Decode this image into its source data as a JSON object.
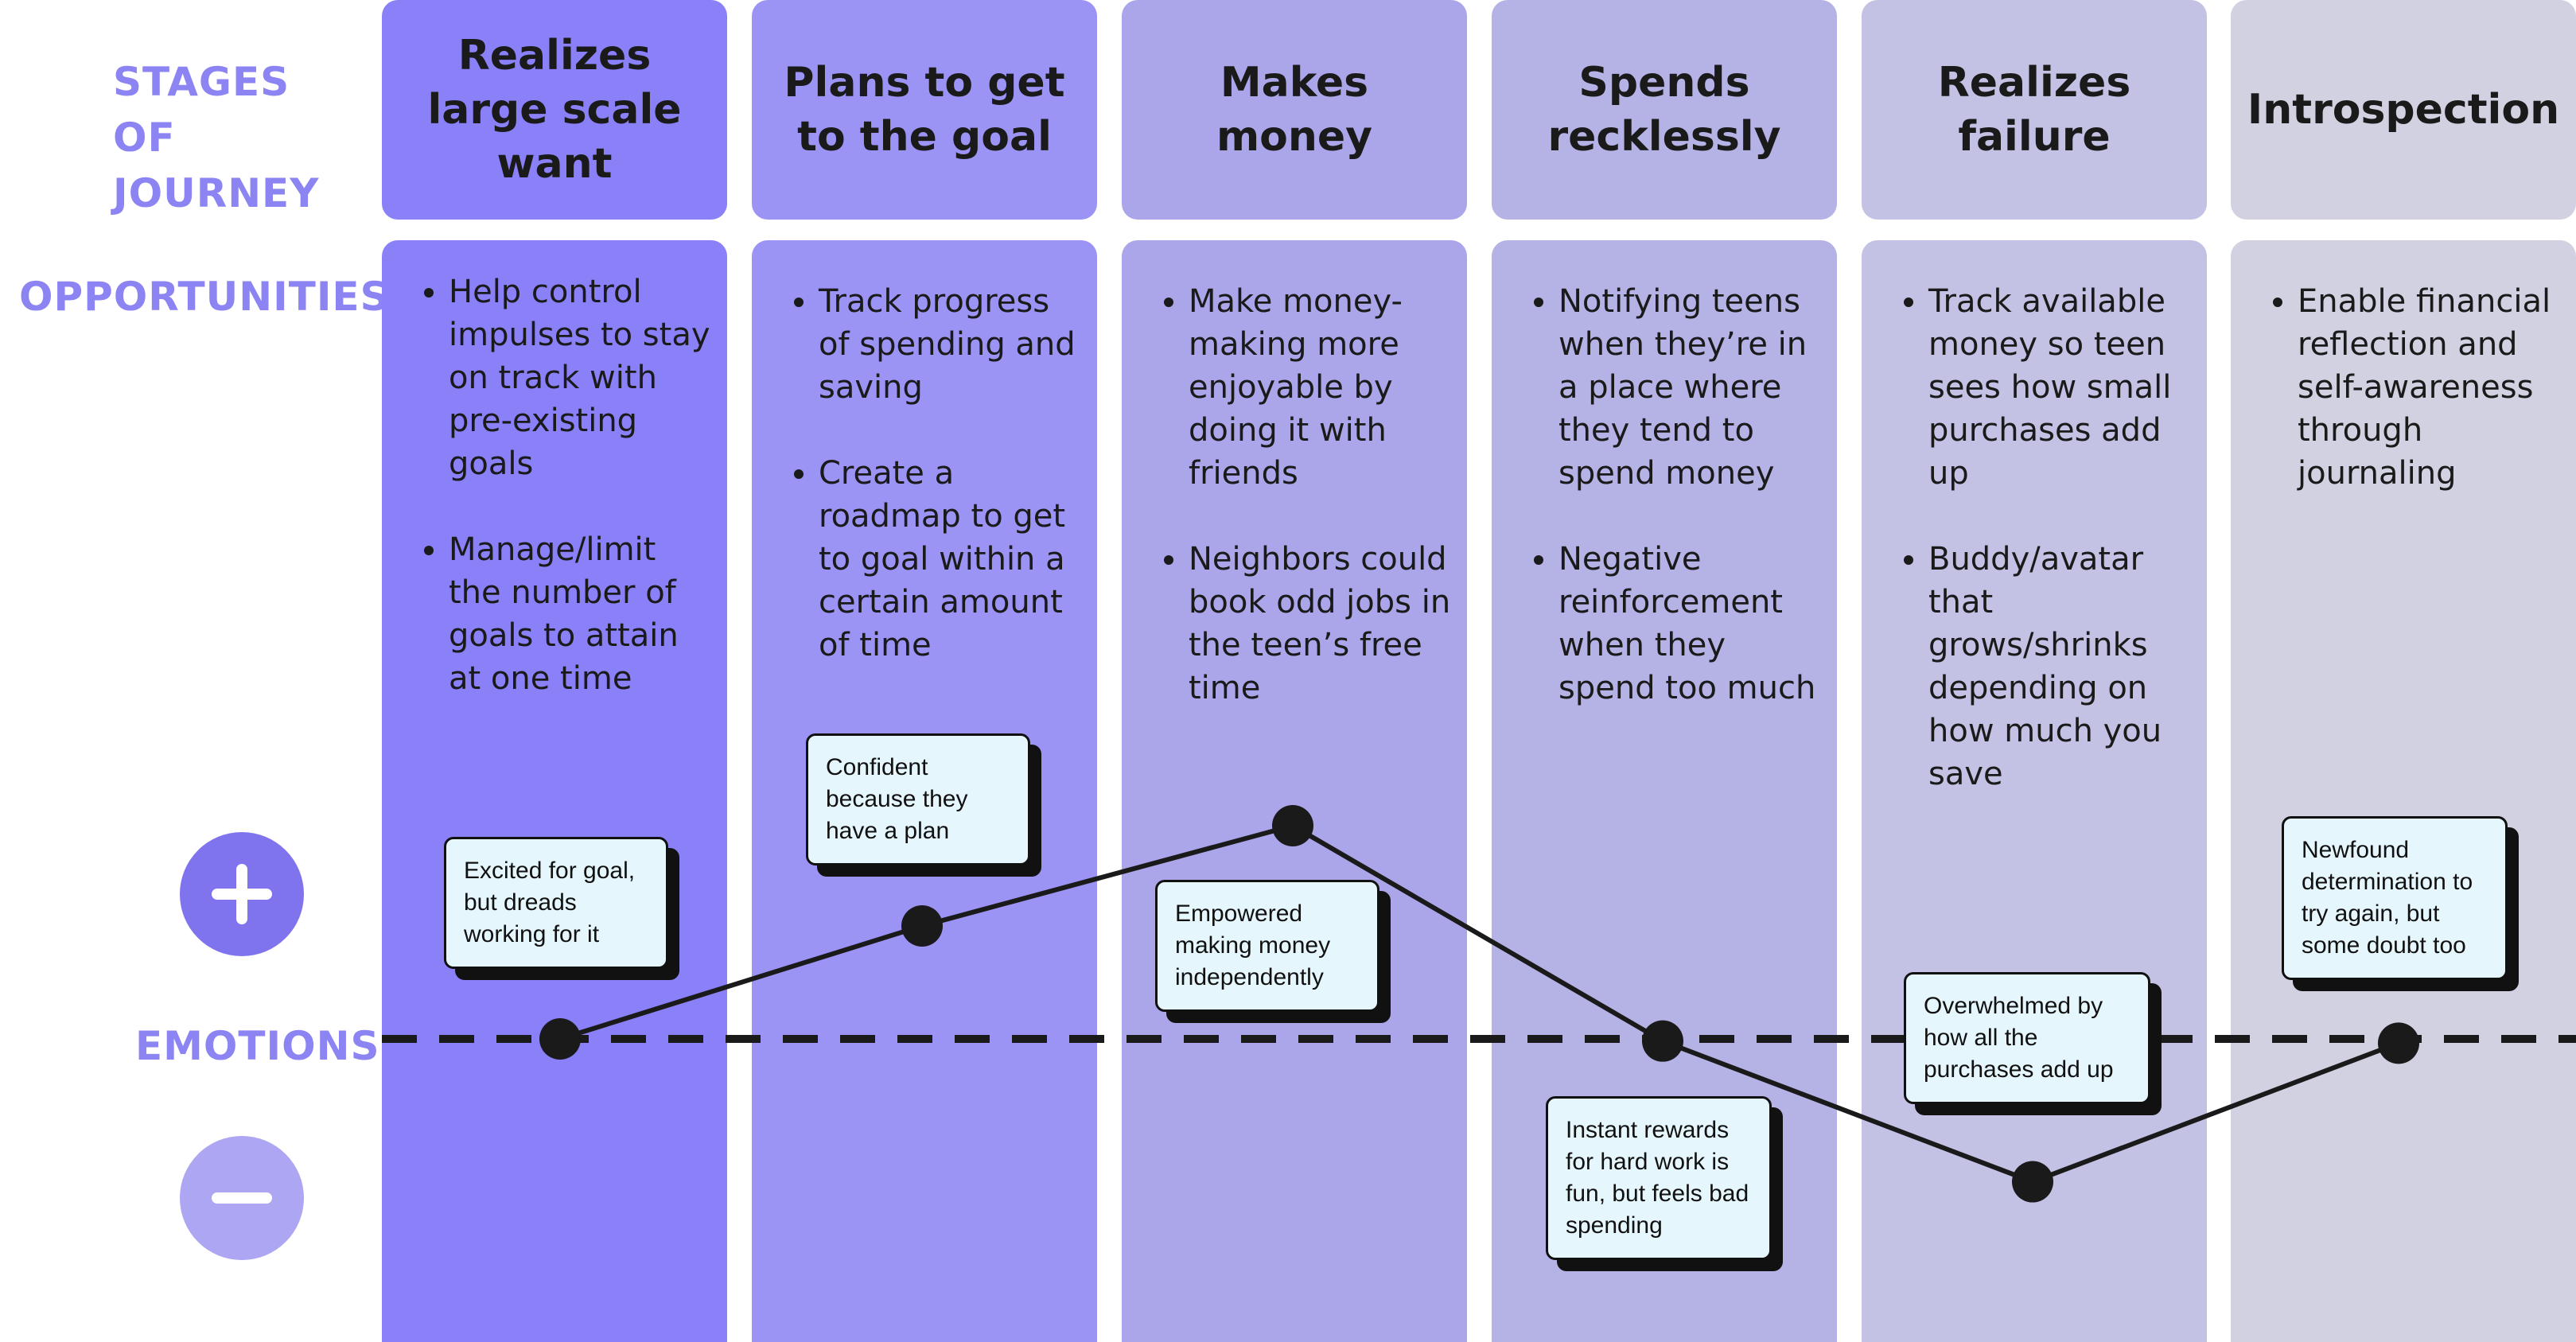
{
  "row_labels": {
    "stages": "STAGES OF JOURNEY",
    "opportunities": "OPPORTUNITIES",
    "emotions": "EMOTIONS"
  },
  "colors": {
    "label": "#8b84f2",
    "stage_cards": [
      "#8a80f8",
      "#9b94f4",
      "#aba6ea",
      "#b5b2e6",
      "#c3c1e4",
      "#d2d1e1"
    ],
    "opportunity_panels": [
      "#8a80f8",
      "#9b94f4",
      "#aba6ea",
      "#b5b2e6",
      "#c3c1e4",
      "#d2d1e1"
    ],
    "plus_button": "#7f74ee",
    "minus_button": "#aca6f3",
    "callout_bg": "#e6f6fd"
  },
  "stages": [
    {
      "title": "Realizes large scale want",
      "opportunities": [
        "Help control impulses to stay on track with pre-existing goals",
        "Manage/limit the number of goals to attain at one time"
      ],
      "emotion": "Excited for goal, but dreads working for it"
    },
    {
      "title": "Plans to get to the goal",
      "opportunities": [
        "Track progress of spending and saving",
        "Create a roadmap to get to goal within a certain amount of time"
      ],
      "emotion": "Confident because they have a plan"
    },
    {
      "title": "Makes money",
      "opportunities": [
        "Make money-making more enjoyable by doing it with friends",
        "Neighbors could book odd jobs in the teen’s free time"
      ],
      "emotion": "Empowered making money independently"
    },
    {
      "title": "Spends recklessly",
      "opportunities": [
        "Notifying teens when they’re in a place where they tend to spend money",
        "Negative reinforcement when they spend too much"
      ],
      "emotion": "Instant rewards for hard work is fun, but feels bad spending"
    },
    {
      "title": "Realizes failure",
      "opportunities": [
        "Track available money so teen sees how small purchases add up",
        "Buddy/avatar that grows/shrinks depending on how much you save"
      ],
      "emotion": "Overwhelmed by how all the purchases add up"
    },
    {
      "title": "Introspection",
      "opportunities": [
        "Enable financial reflection and self-awareness through journaling"
      ],
      "emotion": "Newfound determination to try again, but some doubt too"
    }
  ],
  "icons": {
    "positive": "plus-circle-icon",
    "negative": "minus-circle-icon"
  },
  "emotion_levels": [
    0,
    0.53,
    1.0,
    -0.01,
    -0.67,
    -0.02
  ]
}
